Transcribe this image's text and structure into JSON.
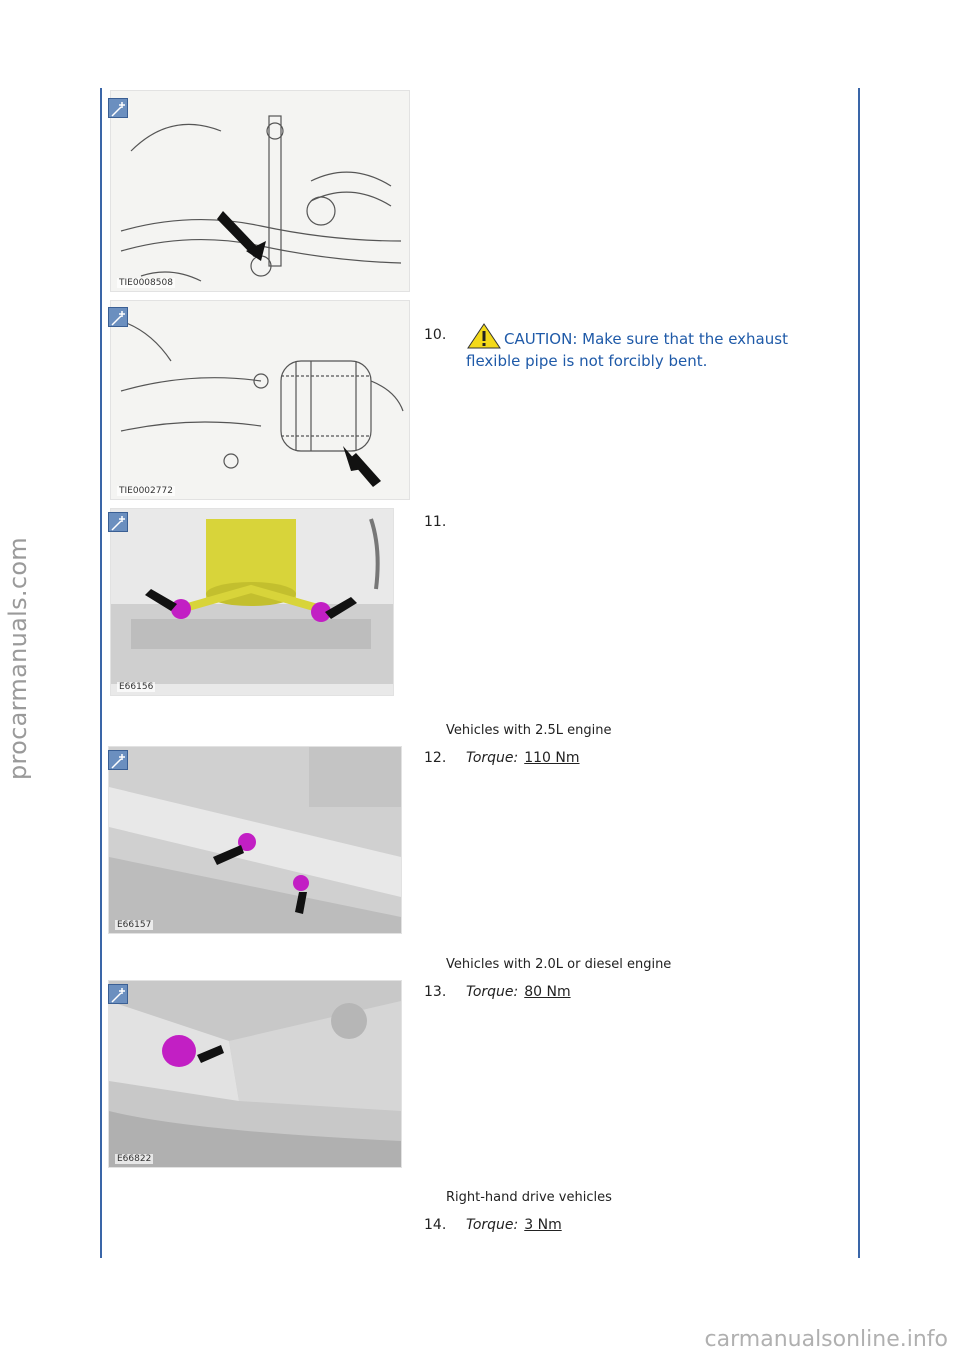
{
  "watermarks": {
    "side": "procarmanuals.com",
    "bottom": "carmanualsonline.info"
  },
  "figures": [
    {
      "label": "TIE0008508"
    },
    {
      "label": "TIE0002772"
    },
    {
      "label": "E66156"
    },
    {
      "label": "E66157"
    },
    {
      "label": "E66822"
    }
  ],
  "steps": {
    "s10": {
      "number": "10.",
      "caution": "CAUTION: Make sure that the exhaust flexible pipe is not forcibly bent."
    },
    "s11": {
      "number": "11."
    },
    "s12": {
      "number": "12.",
      "torque_label": "Torque:",
      "torque_value": "110 Nm"
    },
    "s13": {
      "number": "13.",
      "torque_label": "Torque:",
      "torque_value": "80 Nm"
    },
    "s14": {
      "number": "14.",
      "torque_label": "Torque:",
      "torque_value": "3 Nm"
    }
  },
  "notes": {
    "n1": "Vehicles with 2.5L engine",
    "n2": "Vehicles with 2.0L or diesel engine",
    "n3": "Right-hand drive vehicles"
  },
  "colors": {
    "rule": "#3a66a8",
    "caution_text": "#1f5aa8",
    "highlight_magenta": "#c21fc4",
    "highlight_yellow": "#d8d43a"
  }
}
